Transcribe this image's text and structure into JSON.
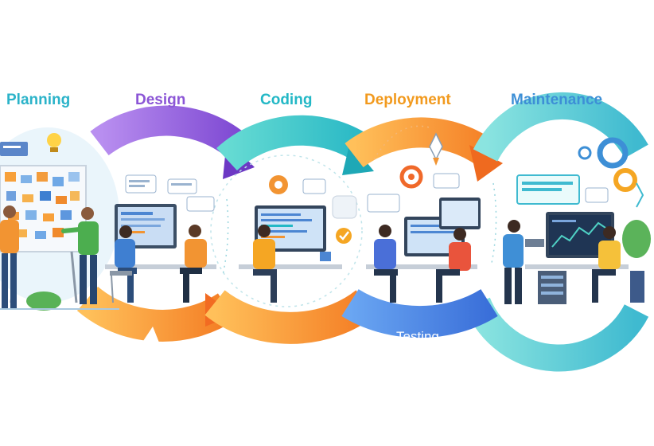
{
  "stages": {
    "planning": "Planning",
    "design": "Design",
    "coding": "Coding",
    "deployment": "Deployment",
    "maintenance": "Maintenance",
    "testing": "Testing"
  },
  "colors": {
    "planning": "#2bb3c9",
    "design": "#8b55d6",
    "coding": "#23b8c6",
    "deployment": "#f29a1e",
    "maintenance": "#3d8fd6",
    "testing": "#4a86e0",
    "arc_orange": "#f7a033",
    "arc_teal": "#3fcad0",
    "arc_purple": "#9b67e0",
    "arc_blue": "#4d8fe6"
  }
}
